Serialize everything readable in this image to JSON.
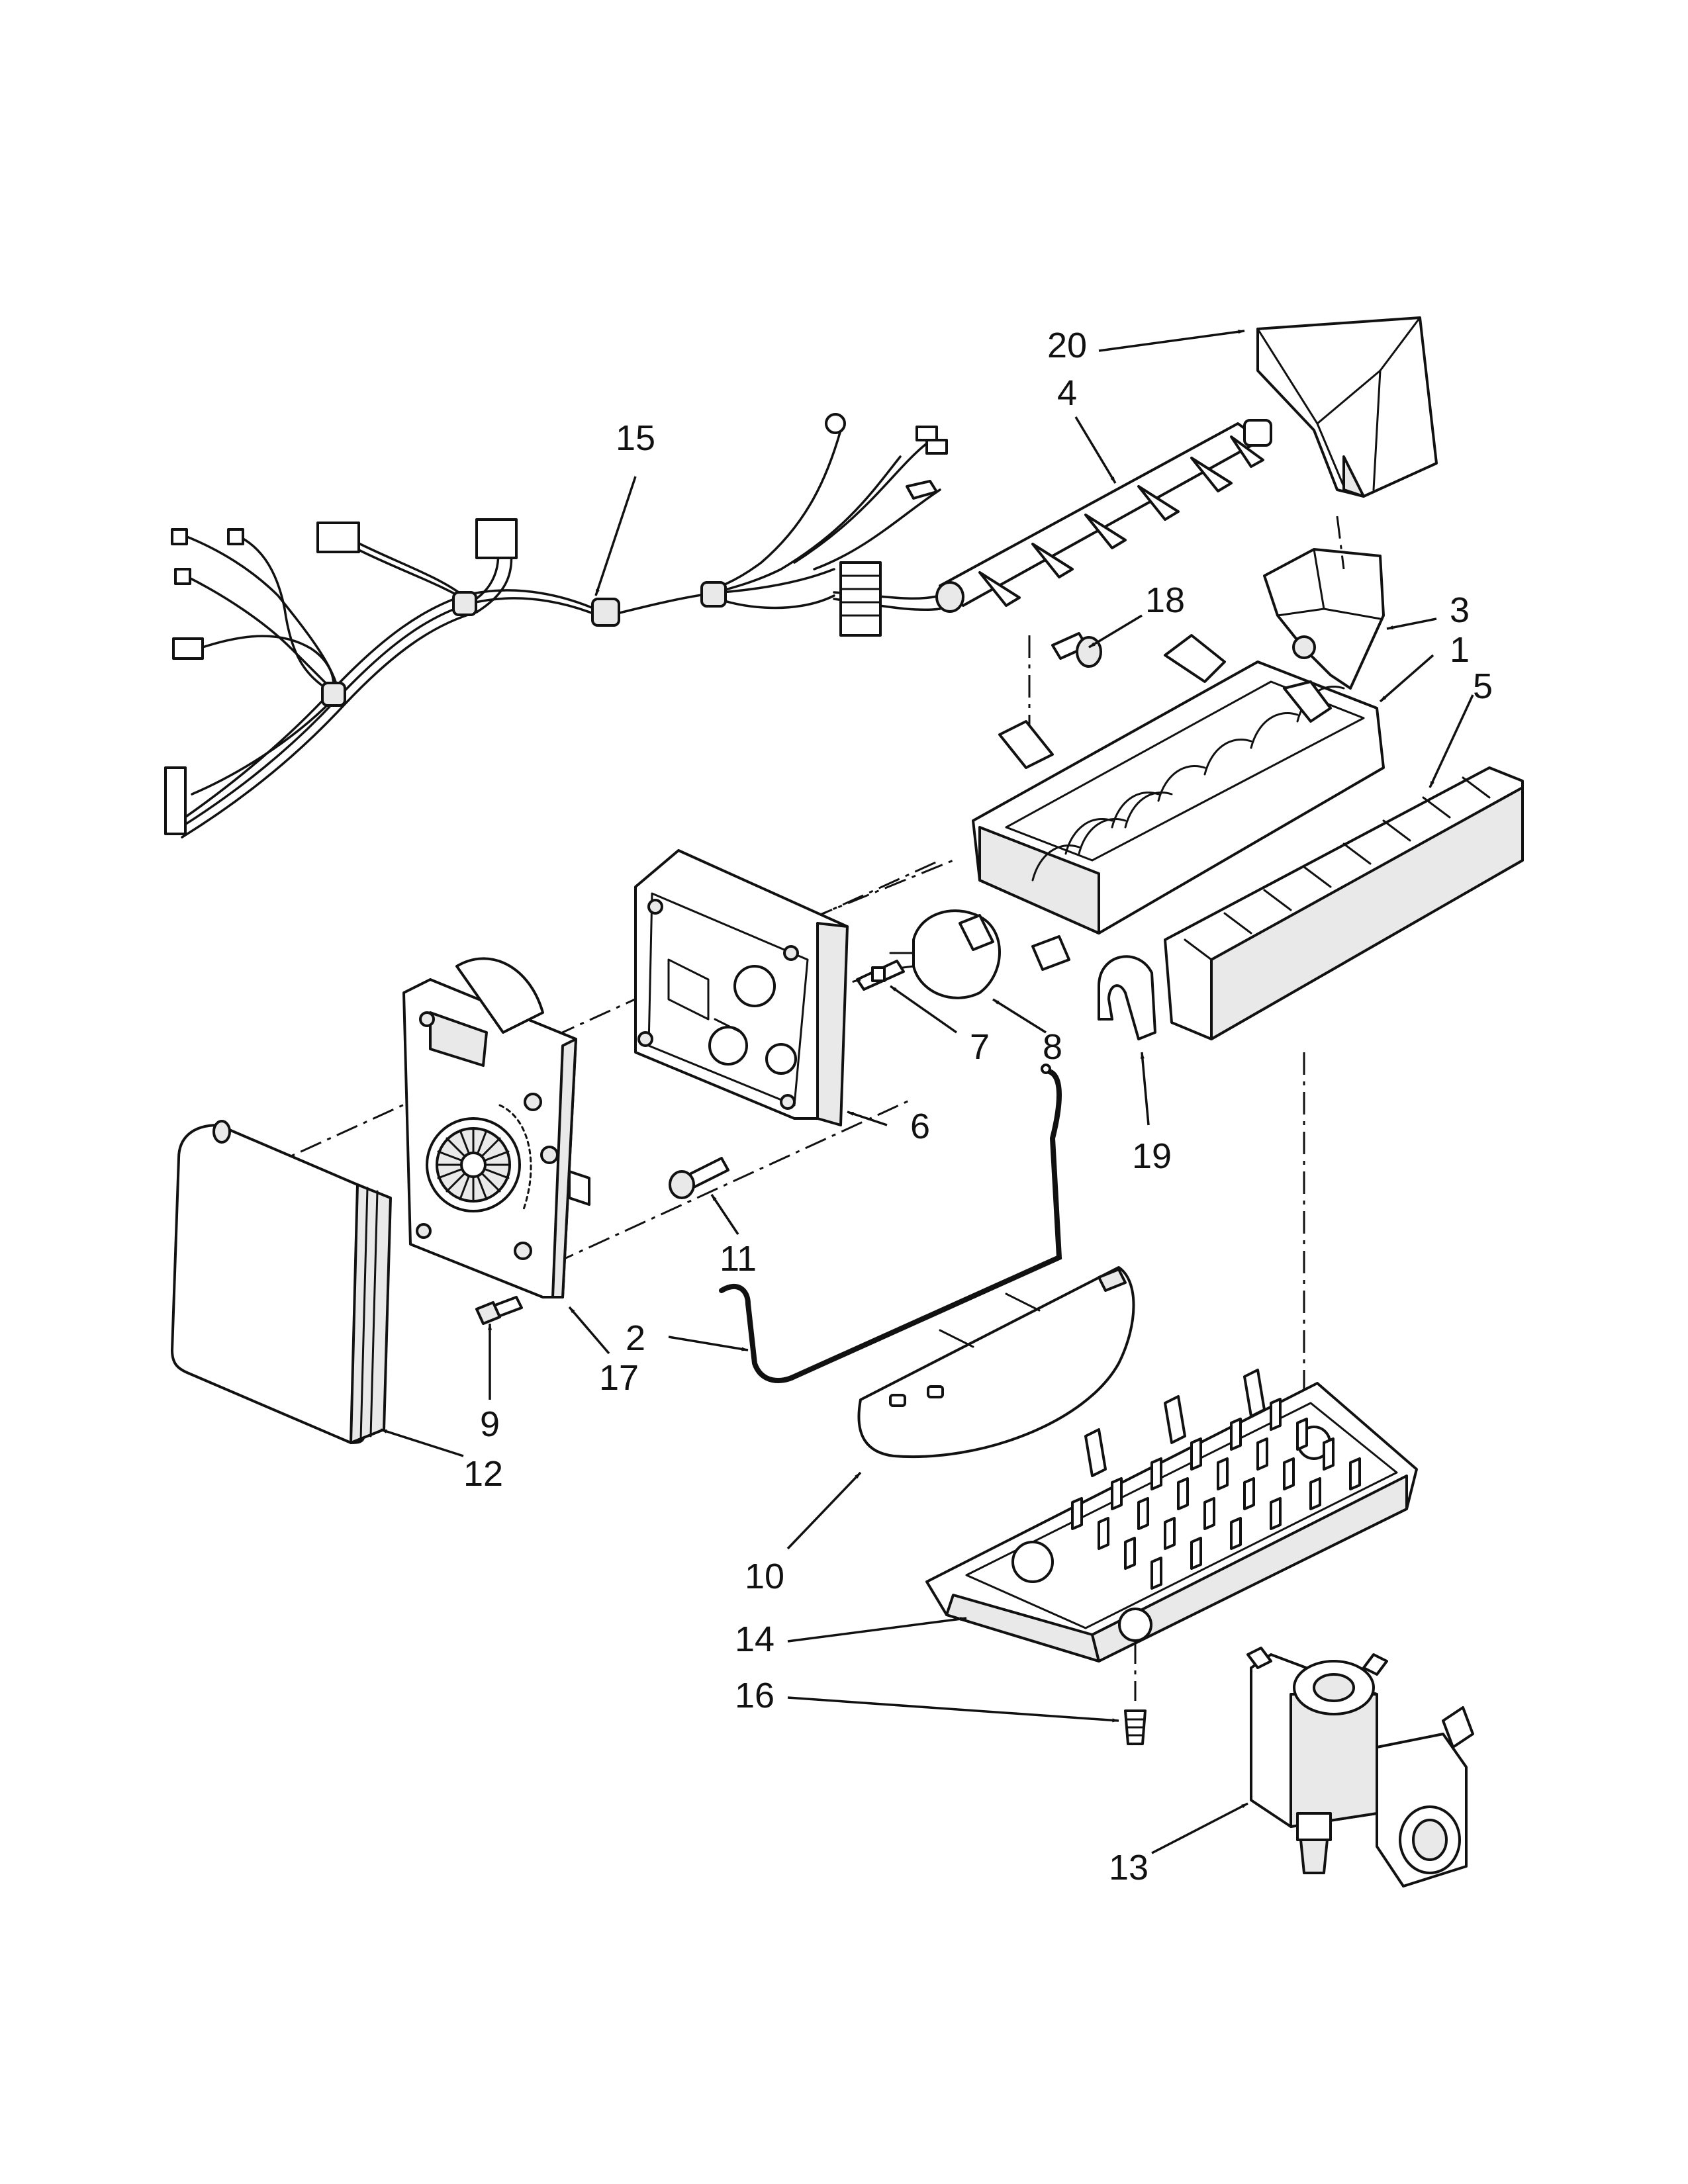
{
  "callouts": [
    {
      "id": "1",
      "label": "1"
    },
    {
      "id": "2",
      "label": "2"
    },
    {
      "id": "3",
      "label": "3"
    },
    {
      "id": "4",
      "label": "4"
    },
    {
      "id": "5",
      "label": "5"
    },
    {
      "id": "6",
      "label": "6"
    },
    {
      "id": "7",
      "label": "7"
    },
    {
      "id": "8",
      "label": "8"
    },
    {
      "id": "9",
      "label": "9"
    },
    {
      "id": "10",
      "label": "10"
    },
    {
      "id": "11",
      "label": "11"
    },
    {
      "id": "12",
      "label": "12"
    },
    {
      "id": "13",
      "label": "13"
    },
    {
      "id": "14",
      "label": "14"
    },
    {
      "id": "15",
      "label": "15"
    },
    {
      "id": "16",
      "label": "16"
    },
    {
      "id": "17",
      "label": "17"
    },
    {
      "id": "18",
      "label": "18"
    },
    {
      "id": "19",
      "label": "19"
    },
    {
      "id": "20",
      "label": "20"
    }
  ],
  "colors": {
    "line": "#111111",
    "background": "#ffffff",
    "shade": "#e9e9e9"
  }
}
